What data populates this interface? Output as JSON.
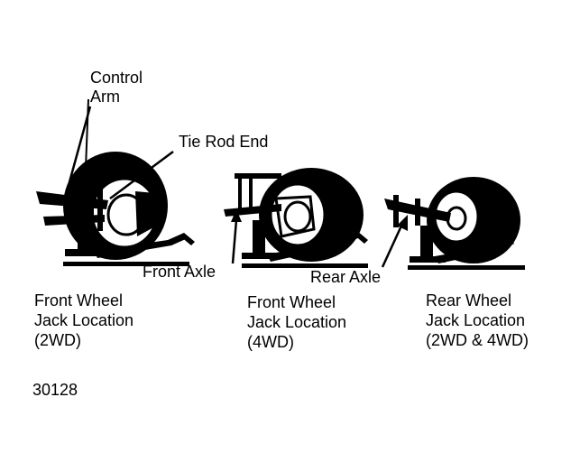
{
  "labels": {
    "control_arm_line1": "Control",
    "control_arm_line2": "Arm",
    "tie_rod_end": "Tie Rod End",
    "front_axle": "Front Axle",
    "rear_axle": "Rear Axle"
  },
  "captions": {
    "front_2wd": [
      "Front Wheel",
      "Jack Location",
      "(2WD)"
    ],
    "front_4wd": [
      "Front Wheel",
      "Jack Location",
      "(4WD)"
    ],
    "rear": [
      "Rear Wheel",
      "Jack Location",
      "(2WD & 4WD)"
    ]
  },
  "figure_number": "30128",
  "colors": {
    "ink": "#000000",
    "paper": "#ffffff"
  }
}
